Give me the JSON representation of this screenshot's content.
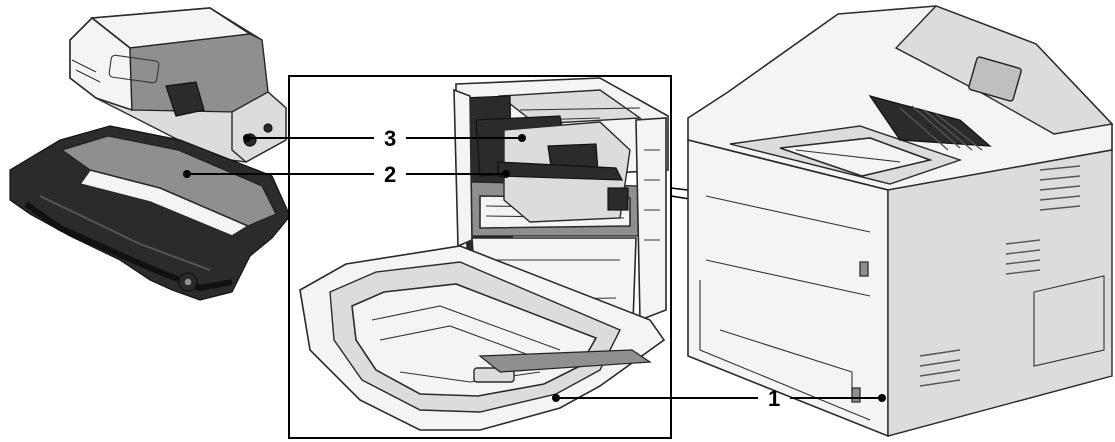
{
  "figure": {
    "callouts": [
      {
        "id": "callout-1",
        "label": "1"
      },
      {
        "id": "callout-2",
        "label": "2"
      },
      {
        "id": "callout-3",
        "label": "3"
      }
    ],
    "colors": {
      "ink": "#000000",
      "plastic_light": "#f4f4f4",
      "plastic_mid": "#dcdcdc",
      "plastic_dark": "#2b2b2b"
    },
    "icons": [
      "printer",
      "toner-cartridge",
      "drum-cartridge",
      "open-front-door-detail"
    ]
  }
}
